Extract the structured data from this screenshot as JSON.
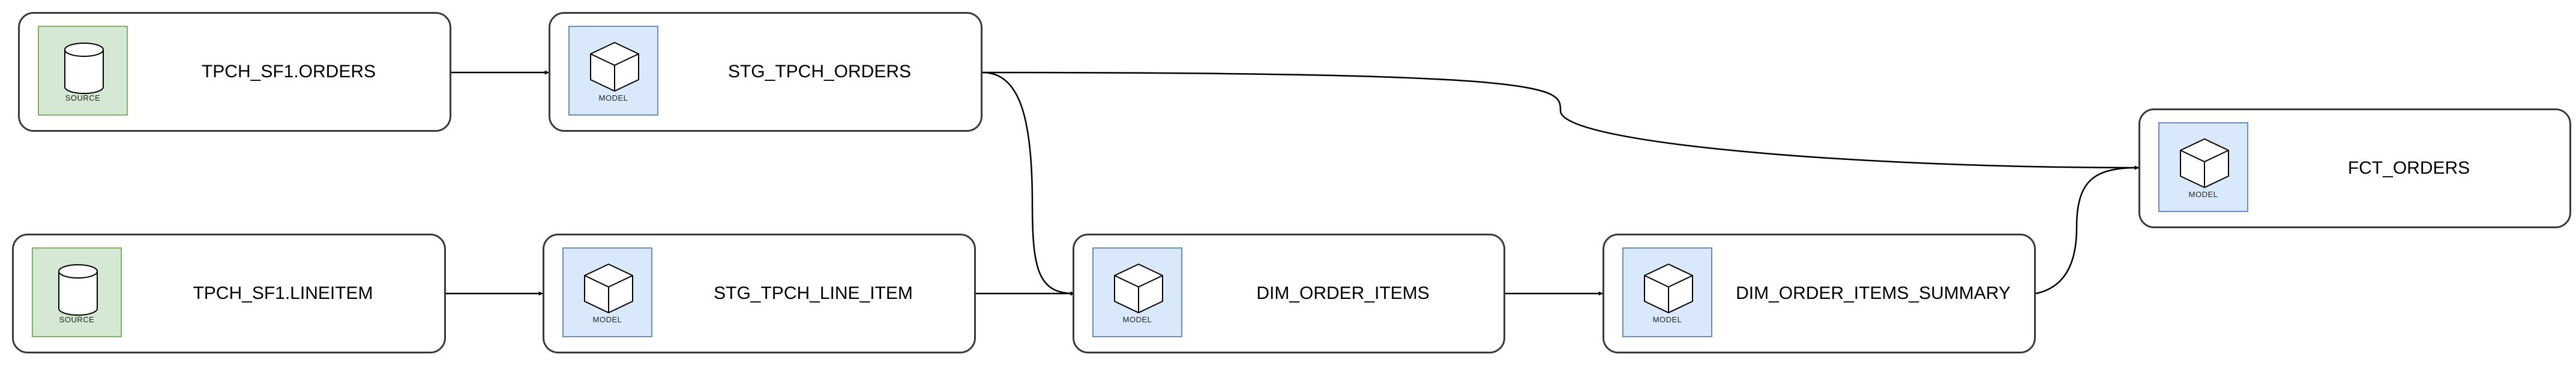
{
  "diagram": {
    "nodes": [
      {
        "id": "tpch_sf1_orders",
        "title": "TPCH_SF1.ORDERS",
        "badge": "SOURCE",
        "kind": "source",
        "icon": "database-cylinder-icon"
      },
      {
        "id": "stg_tpch_orders",
        "title": "STG_TPCH_ORDERS",
        "badge": "MODEL",
        "kind": "model",
        "icon": "cube-icon"
      },
      {
        "id": "fct_orders",
        "title": "FCT_ORDERS",
        "badge": "MODEL",
        "kind": "model",
        "icon": "cube-icon"
      },
      {
        "id": "tpch_sf1_lineitem",
        "title": "TPCH_SF1.LINEITEM",
        "badge": "SOURCE",
        "kind": "source",
        "icon": "database-cylinder-icon"
      },
      {
        "id": "stg_tpch_line_item",
        "title": "STG_TPCH_LINE_ITEM",
        "badge": "MODEL",
        "kind": "model",
        "icon": "cube-icon"
      },
      {
        "id": "dim_order_items",
        "title": "DIM_ORDER_ITEMS",
        "badge": "MODEL",
        "kind": "model",
        "icon": "cube-icon"
      },
      {
        "id": "dim_order_items_summary",
        "title": "DIM_ORDER_ITEMS_SUMMARY",
        "badge": "MODEL",
        "kind": "model",
        "icon": "cube-icon"
      }
    ],
    "edges": [
      {
        "from": "tpch_sf1_orders",
        "to": "stg_tpch_orders"
      },
      {
        "from": "stg_tpch_orders",
        "to": "fct_orders"
      },
      {
        "from": "stg_tpch_orders",
        "to": "dim_order_items"
      },
      {
        "from": "tpch_sf1_lineitem",
        "to": "stg_tpch_line_item"
      },
      {
        "from": "stg_tpch_line_item",
        "to": "dim_order_items"
      },
      {
        "from": "dim_order_items",
        "to": "dim_order_items_summary"
      },
      {
        "from": "dim_order_items_summary",
        "to": "fct_orders"
      }
    ],
    "colors": {
      "source_fill": "#d5e8d4",
      "source_border": "#82b366",
      "model_fill": "#dae8fc",
      "model_border": "#6c8ebf",
      "edge": "#000000",
      "node_border": "#3a3a3a"
    }
  }
}
